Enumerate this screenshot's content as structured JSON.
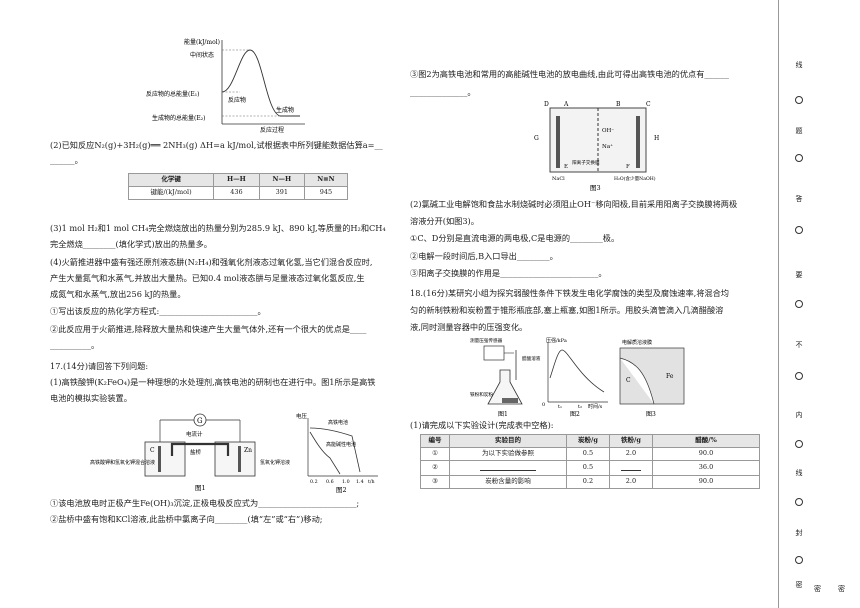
{
  "fig1": {
    "labels": {
      "energy_axis": "能量(kJ/mol)",
      "middle": "中间状态",
      "reactant_total": "反应物的总能量(E₁)",
      "reactant": "反应物",
      "product": "生成物",
      "product_total": "生成物的总能量(E₂)",
      "process": "反应过程"
    }
  },
  "q16": {
    "p2": "(2)已知反应N₂(g)+3H₂(g)══ 2NH₃(g)    ΔH=a kJ/mol,试根据表中所列键能数据估算a=__",
    "p2b": "______。",
    "table": {
      "headers": [
        "化学键",
        "H—H",
        "N—H",
        "N≡N"
      ],
      "row_label": "键能/(kJ/mol)",
      "values": [
        "436",
        "391",
        "945"
      ]
    },
    "p3a": "(3)1 mol H₂和1 mol CH₄完全燃烧放出的热量分别为285.9 kJ、890 kJ,等质量的H₂和CH₄",
    "p3b": "完全燃烧________(填化学式)放出的热量多。",
    "p4a": "(4)火箭推进器中盛有强还原剂液态肼(N₂H₄)和强氧化剂液态过氧化氢,当它们混合反应时,",
    "p4b": "产生大量氮气和水蒸气,并放出大量热。已知0.4 mol液态肼与足量液态过氧化氢反应,生",
    "p4c": "成氮气和水蒸气,放出256 kJ的热量。",
    "p4d": "①写出该反应的热化学方程式:________________________。",
    "p4e": "②此反应用于火箭推进,除释放大量热和快速产生大量气体外,还有一个很大的优点是____",
    "p4f": "__________。"
  },
  "q17": {
    "title": "17.(14分)请回答下列问题:",
    "p1a": "(1)高铁酸钾(K₂FeO₄)是一种理想的水处理剂,高铁电池的研制也在进行中。图1所示是高铁",
    "p1b": "电池的模拟实验装置。",
    "fig": {
      "g": "G",
      "salt_bridge": "盐桥",
      "electrode": "电流计",
      "c": "C",
      "zn": "Zn",
      "left_sol": "高铁酸钾和氢氧化钾混合溶液",
      "right_sol": "氢氧化钾溶液",
      "fig1_label": "图1",
      "voltage": "电压",
      "high_iron": "高铁电池",
      "alkaline": "高能碱性电池",
      "x_ticks": [
        "0.2",
        "0.6",
        "1.0",
        "1.4"
      ],
      "x_label": "t/h",
      "fig2_label": "图2"
    },
    "p1c": "①该电池放电时正极产生Fe(OH)₃沉淀,正极电极反应式为________________________;",
    "p1d": "②盐桥中盛有饱和KCl溶液,此盐桥中氯离子向________(填“左”或“右”)移动;",
    "p1e": "③图2为高铁电池和常用的高能碱性电池的放电曲线,由此可得出高铁电池的优点有______",
    "p1f": "______________。",
    "fig3": {
      "d": "D",
      "a": "A",
      "b": "B",
      "c": "C",
      "g": "G",
      "h": "H",
      "oh": "OH⁻",
      "na": "Na⁺",
      "e": "E",
      "f": "F",
      "membrane": "阳离子交换膜",
      "nacl": "NaCl",
      "naoh": "H₂O(含少量NaOH)",
      "label": "图3"
    },
    "p2a": "(2)氯碱工业电解饱和食盐水制烧碱时必须阻止OH⁻移向阳极,目前采用阳离子交换膜将两极",
    "p2b": "溶液分开(如图3)。",
    "p2c": "①C、D分别是直流电源的两电极,C是电源的________极。",
    "p2d": "②电解一段时间后,B入口导出________。",
    "p2e": "③阳离子交换膜的作用是________________________。"
  },
  "q18": {
    "p1a": "18.(16分)某研究小组为探究弱酸性条件下铁发生电化学腐蚀的类型及腐蚀速率,将混合均",
    "p1b": "匀的新制铁粉和炭粉置于锥形瓶底部,塞上瓶塞,如图1所示。用胶头滴管滴入几滴醋酸溶",
    "p1c": "液,同时测量容器中的压强变化。",
    "fig": {
      "sensor": "测量压强传感器",
      "acetic": "醋酸溶液",
      "powder": "铁粉和炭粉",
      "fig1": "图1",
      "pressure": "压强/kPa",
      "time": "时间/s",
      "t1": "t₁",
      "t2": "t₂",
      "o": "0",
      "fig2": "图2",
      "water_film": "电解质溶液膜",
      "c": "C",
      "fe": "Fe",
      "fig3": "图3"
    },
    "p1d": "(1)请完成以下实验设计(完成表中空格):",
    "table": {
      "headers": [
        "编号",
        "实验目的",
        "炭粉/g",
        "铁粉/g",
        "醋酸/%"
      ],
      "rows": [
        [
          "①",
          "为以下实验做参照",
          "0.5",
          "2.0",
          "90.0"
        ],
        [
          "②",
          "",
          "0.5",
          "",
          "36.0"
        ],
        [
          "③",
          "炭粉含量的影响",
          "0.2",
          "2.0",
          "90.0"
        ]
      ]
    }
  },
  "side": {
    "chars": [
      "线",
      "题",
      "答",
      "要",
      "不",
      "内",
      "线",
      "封",
      "密"
    ],
    "bottom": [
      "密",
      "密"
    ]
  }
}
